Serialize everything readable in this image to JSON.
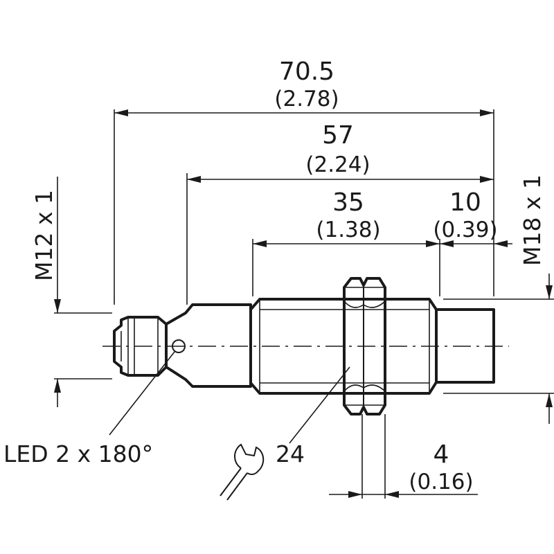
{
  "dimensions": {
    "overall_length": {
      "value": "70.5",
      "inch": "(2.78)"
    },
    "housing_length": {
      "value": "57",
      "inch": "(2.24)"
    },
    "thread_length": {
      "value": "35",
      "inch": "(1.38)"
    },
    "sensing_face_length": {
      "value": "10",
      "inch": "(0.39)"
    },
    "nut_width": {
      "value": "4",
      "inch": "(0.16)"
    }
  },
  "labels": {
    "connector_thread": "M12 x 1",
    "housing_thread": "M18 x 1",
    "led": "LED 2 x 180°",
    "wrench_size": "24"
  },
  "icons": {
    "wrench": "wrench-icon"
  }
}
